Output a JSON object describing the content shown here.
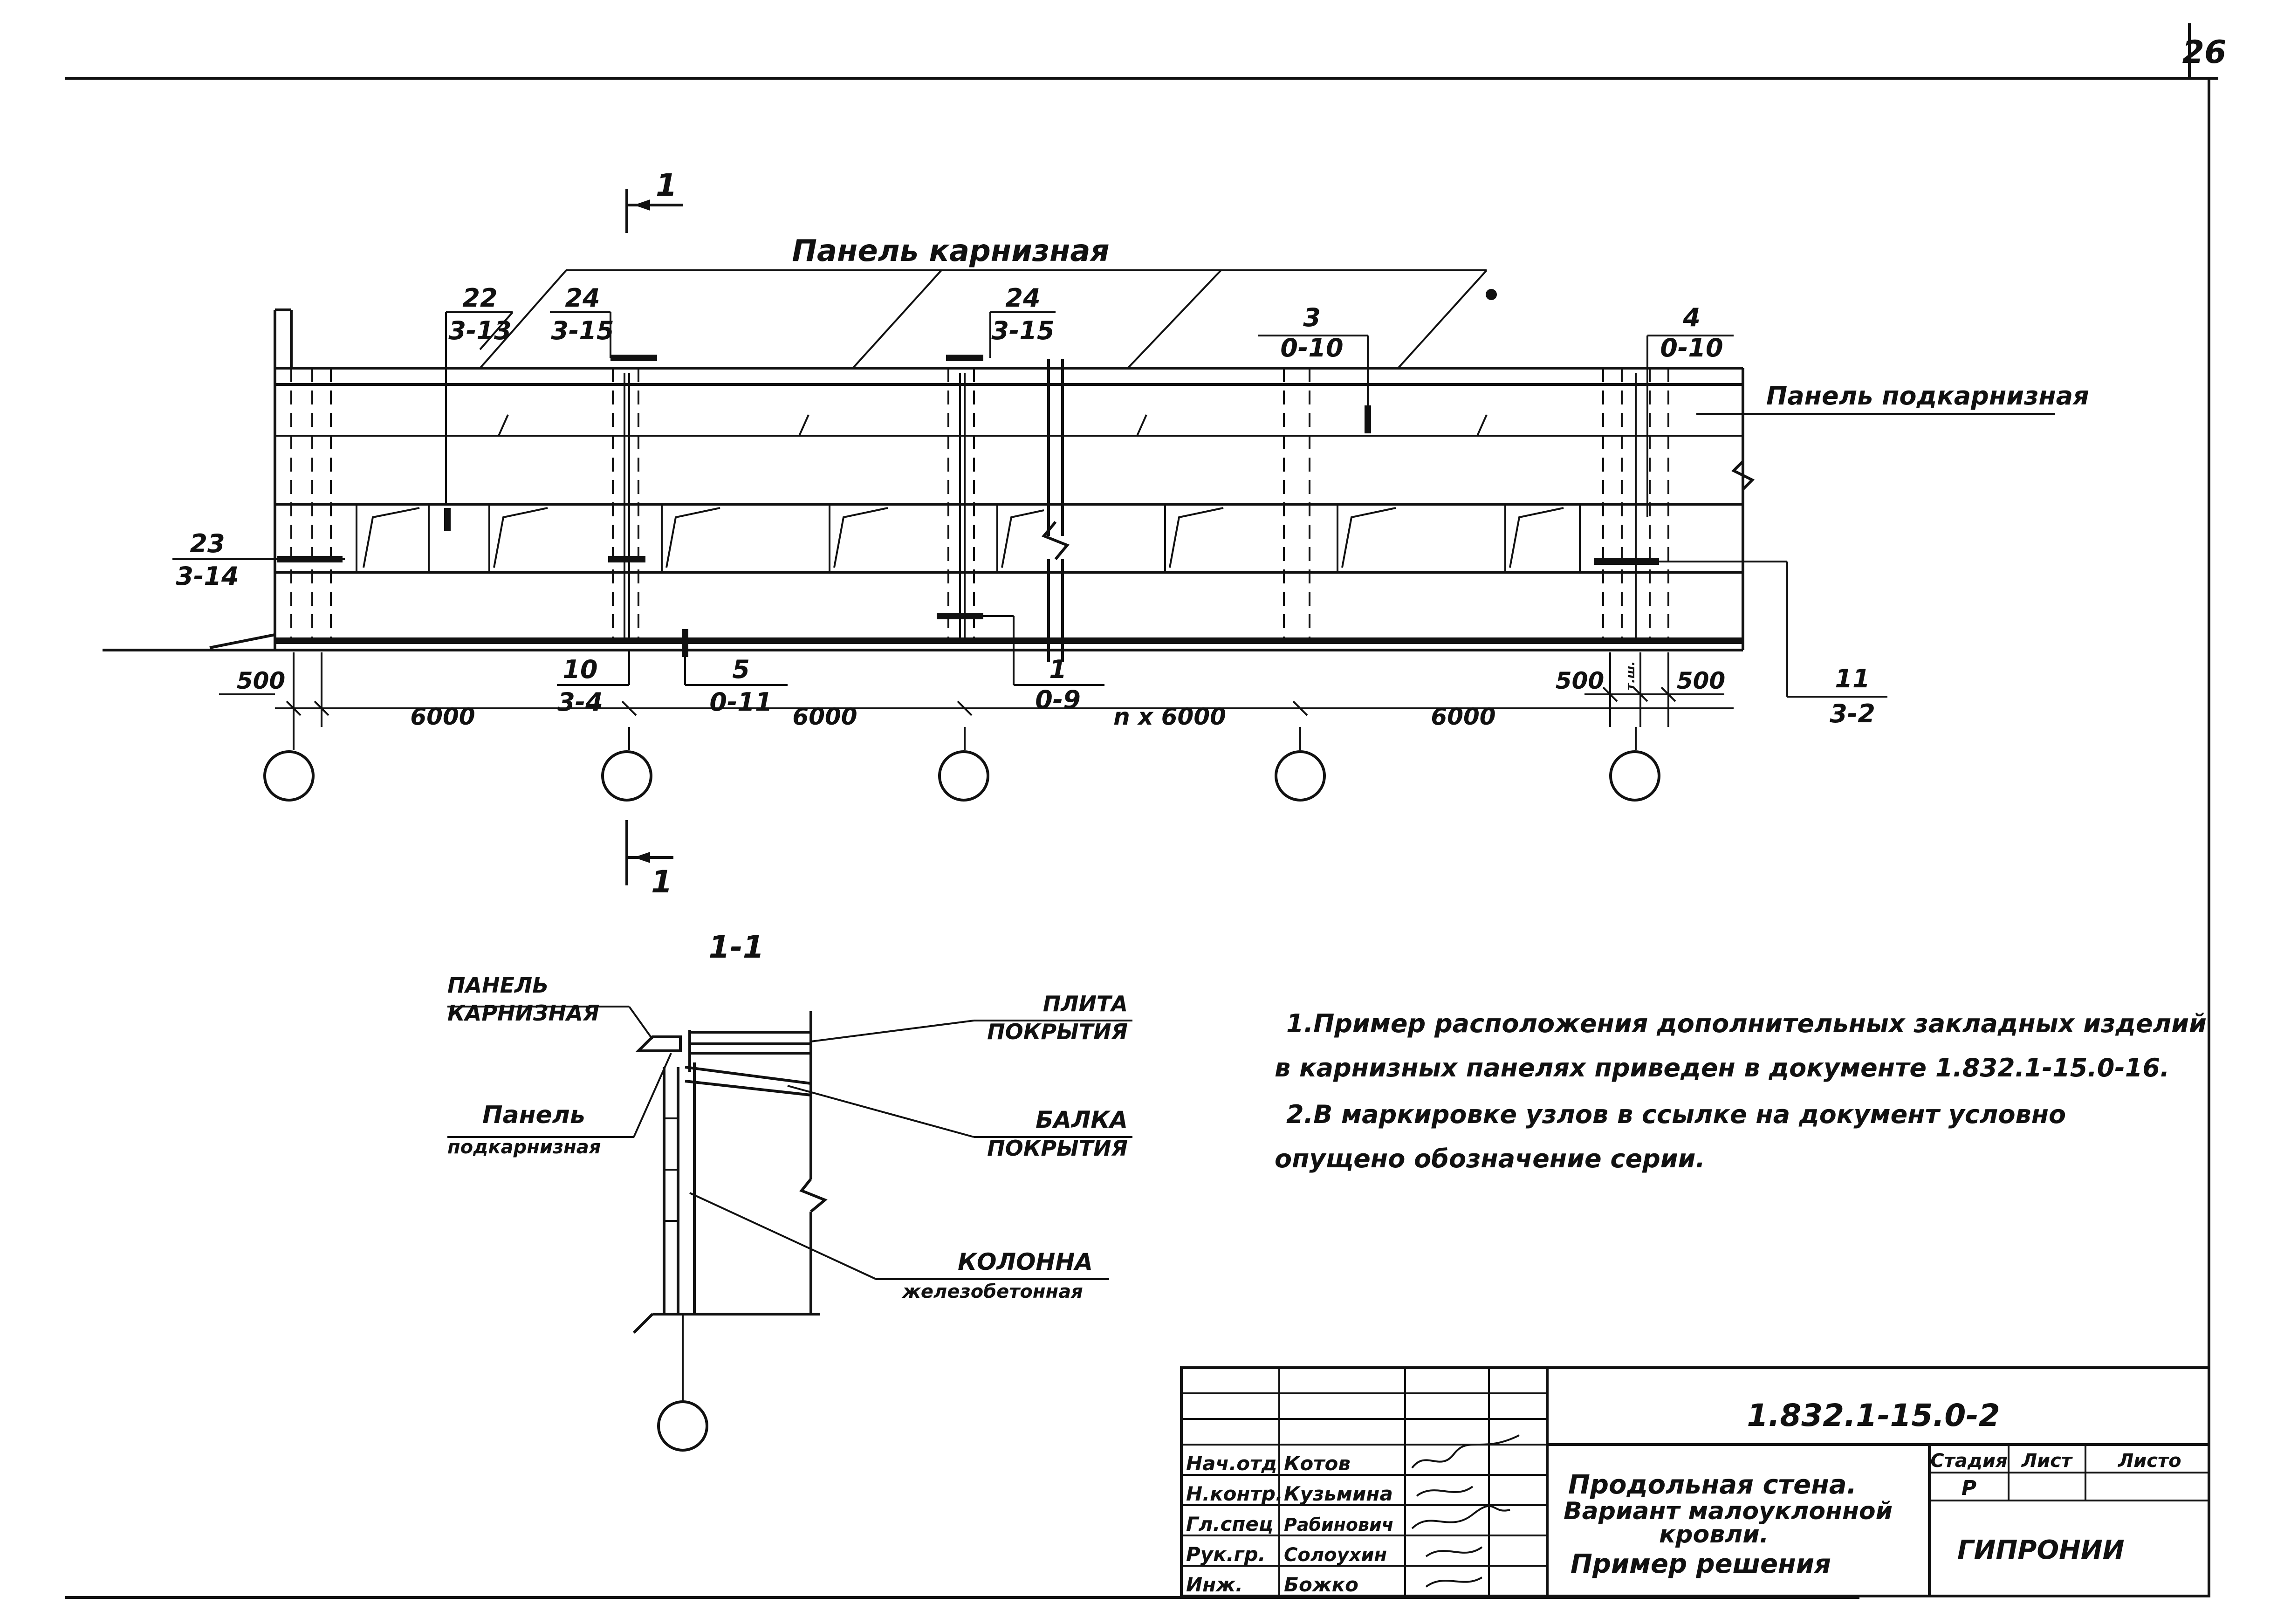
{
  "sheet_number": "26",
  "section_marks": {
    "top": "1",
    "bottom": "1"
  },
  "elevation": {
    "cornice_panel": "Панель карнизная",
    "subcornice_panel": "Панель подкарнизная",
    "callouts": [
      {
        "num": "22",
        "doc": "3-13"
      },
      {
        "num": "24",
        "doc": "3-15"
      },
      {
        "num": "24",
        "doc": "3-15"
      },
      {
        "num": "3",
        "doc": "0-10"
      },
      {
        "num": "4",
        "doc": "0-10"
      },
      {
        "num": "23",
        "doc": "3-14"
      },
      {
        "num": "10",
        "doc": "3-4"
      },
      {
        "num": "5",
        "doc": "0-11"
      },
      {
        "num": "1",
        "doc": "0-9"
      },
      {
        "num": "11",
        "doc": "3-2"
      }
    ],
    "dims": {
      "offset_left": "500",
      "span1": "6000",
      "span2": "6000",
      "span_mid": "n x 6000",
      "span4": "6000",
      "offset_right_a": "500",
      "joint": "т.ш.",
      "offset_right_b": "500"
    }
  },
  "section": {
    "title": "1-1",
    "cornice_panel_l1": "ПАНЕЛЬ",
    "cornice_panel_l2": "КАРНИЗНАЯ",
    "subcornice_l1": "Панель",
    "subcornice_l2": "подкарнизная",
    "slab_l1": "ПЛИТА",
    "slab_l2": "ПОКРЫТИЯ",
    "beam_l1": "БАЛКА",
    "beam_l2": "ПОКРЫТИЯ",
    "column_l1": "КОЛОННА",
    "column_l2": "железобетонная"
  },
  "notes": {
    "n1_l1": "1.Пример расположения дополнительных закладных изделий",
    "n1_l2": "в карнизных панелях приведен в документе 1.832.1-15.0-16.",
    "n2_l1": "2.В маркировке узлов в ссылке на документ условно",
    "n2_l2": "опущено обозначение серии."
  },
  "title_block": {
    "doc_code": "1.832.1-15.0-2",
    "roles": [
      "Нач.отд",
      "Н.контр.",
      "Гл.спец",
      "Рук.гр.",
      "Инж."
    ],
    "names": [
      "Котов",
      "Кузьмина",
      "Рабинович",
      "Солоухин",
      "Божко"
    ],
    "title_l1": "Продольная стена.",
    "title_l2": "Вариант малоуклонной",
    "title_l3": "кровли.",
    "title_l4": "Пример решения",
    "stage_label": "Стадия",
    "sheet_label": "Лист",
    "sheets_label": "Листо",
    "stage_value": "Р",
    "org": "ГИПРОНИИ"
  }
}
